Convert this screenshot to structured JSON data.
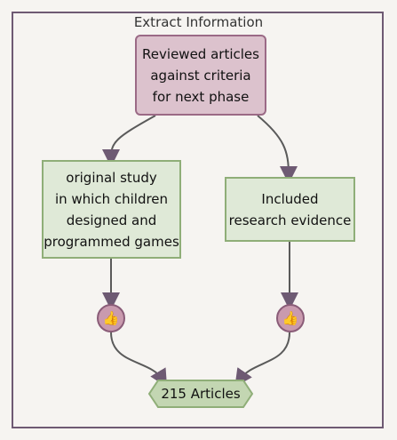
{
  "diagram": {
    "title": "Extract Information",
    "nodes": {
      "reviewed": "Reviewed articles\nagainst criteria\nfor next phase",
      "original_study": "original study\nin which children\ndesigned and\nprogrammed games",
      "included": "Included\nresearch evidence",
      "articles": "215 Articles"
    },
    "icons": [
      "thumbs-up-icon",
      "thumbs-up-icon"
    ],
    "colors": {
      "frame": "#6e5a73",
      "review_fill": "#dcc2cd",
      "review_border": "#9b6a86",
      "green_fill": "#dfe9d7",
      "green_border": "#8fae78",
      "circle_fill": "#c99aae",
      "hex_fill": "#c3d6b2",
      "edge": "#5a5a5a"
    }
  }
}
